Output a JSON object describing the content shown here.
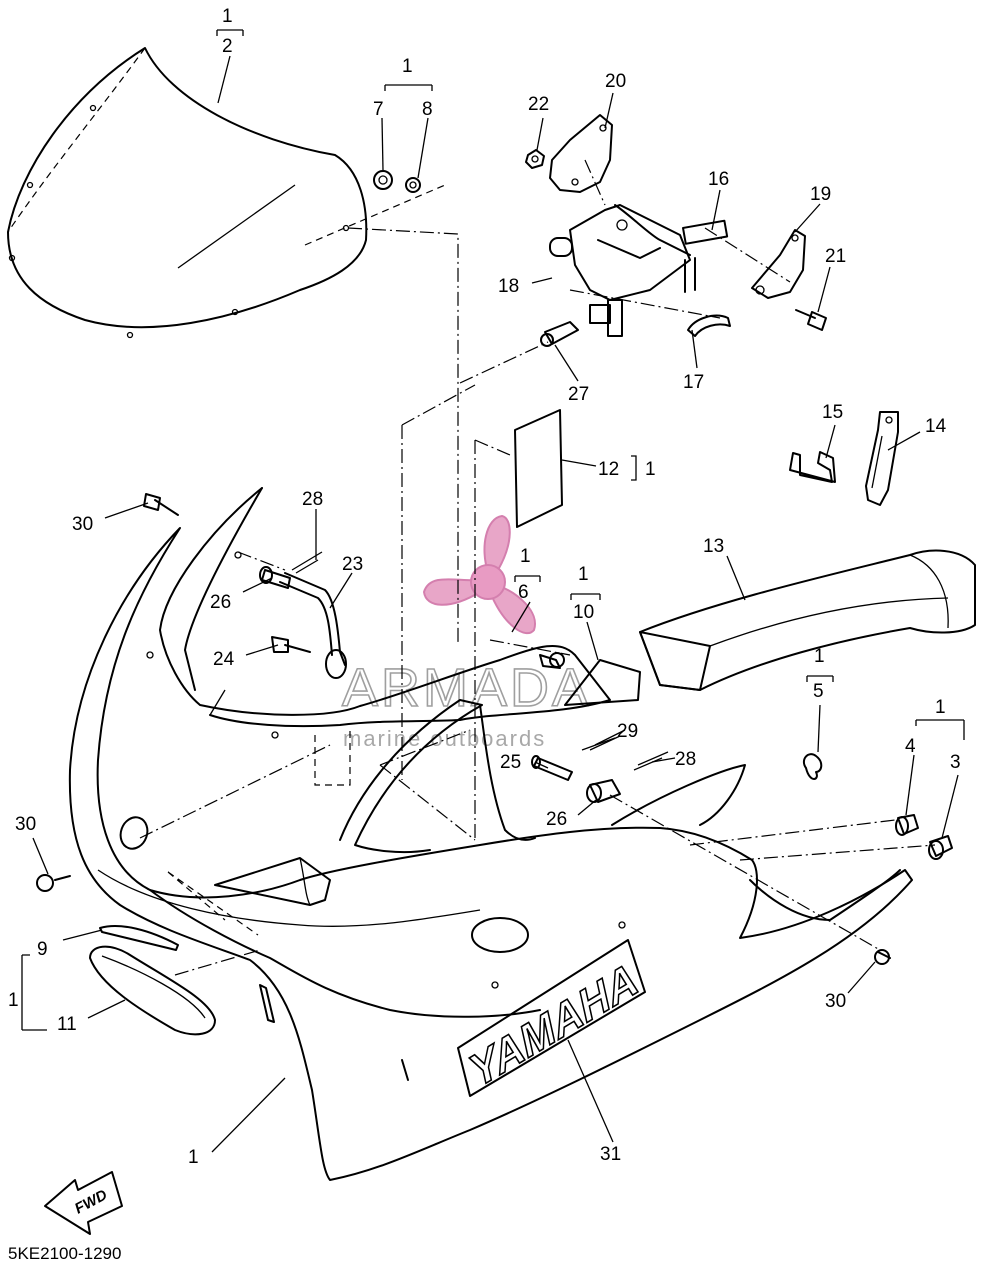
{
  "diagram_code": "5KE2100-1290",
  "fwd_label": "FWD",
  "brand_text": "YAMAHA",
  "watermark": {
    "title": "ARMADA",
    "subtitle": "marine outboards",
    "accent_color": "#e8a6c8"
  },
  "callouts": [
    {
      "id": "c-2-top",
      "text": "1"
    },
    {
      "id": "c-2",
      "text": "2"
    },
    {
      "id": "c-78-top",
      "text": "1"
    },
    {
      "id": "c-7",
      "text": "7"
    },
    {
      "id": "c-8",
      "text": "8"
    },
    {
      "id": "c-22",
      "text": "22"
    },
    {
      "id": "c-20",
      "text": "20"
    },
    {
      "id": "c-16",
      "text": "16"
    },
    {
      "id": "c-19",
      "text": "19"
    },
    {
      "id": "c-21",
      "text": "21"
    },
    {
      "id": "c-18",
      "text": "18"
    },
    {
      "id": "c-27",
      "text": "27"
    },
    {
      "id": "c-17",
      "text": "17"
    },
    {
      "id": "c-15",
      "text": "15"
    },
    {
      "id": "c-14",
      "text": "14"
    },
    {
      "id": "c-12",
      "text": "12"
    },
    {
      "id": "c-12-ref",
      "text": "1"
    },
    {
      "id": "c-30-a",
      "text": "30"
    },
    {
      "id": "c-28-a",
      "text": "28"
    },
    {
      "id": "c-23",
      "text": "23"
    },
    {
      "id": "c-26-a",
      "text": "26"
    },
    {
      "id": "c-24",
      "text": "24"
    },
    {
      "id": "c-6-top",
      "text": "1"
    },
    {
      "id": "c-6",
      "text": "6"
    },
    {
      "id": "c-10-top",
      "text": "1"
    },
    {
      "id": "c-10",
      "text": "10"
    },
    {
      "id": "c-13",
      "text": "13"
    },
    {
      "id": "c-5-top",
      "text": "1"
    },
    {
      "id": "c-5",
      "text": "5"
    },
    {
      "id": "c-34-top",
      "text": "1"
    },
    {
      "id": "c-4",
      "text": "4"
    },
    {
      "id": "c-3",
      "text": "3"
    },
    {
      "id": "c-29",
      "text": "29"
    },
    {
      "id": "c-28-b",
      "text": "28"
    },
    {
      "id": "c-25",
      "text": "25"
    },
    {
      "id": "c-26-b",
      "text": "26"
    },
    {
      "id": "c-30-b",
      "text": "30"
    },
    {
      "id": "c-9",
      "text": "9"
    },
    {
      "id": "c-911-ref",
      "text": "1"
    },
    {
      "id": "c-11",
      "text": "11"
    },
    {
      "id": "c-30-c",
      "text": "30"
    },
    {
      "id": "c-1",
      "text": "1"
    },
    {
      "id": "c-31",
      "text": "31"
    }
  ]
}
